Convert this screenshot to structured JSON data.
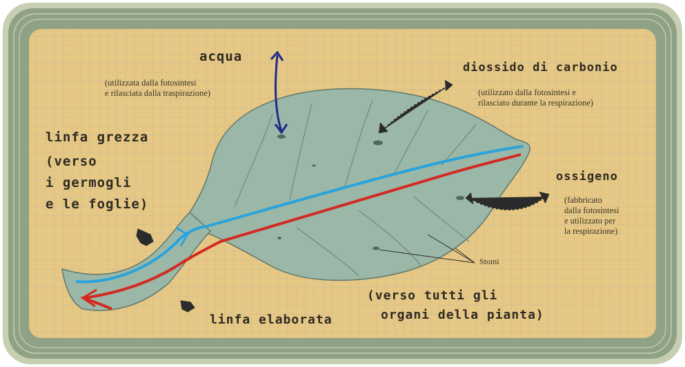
{
  "colors": {
    "frame_outer": "#c7cfb3",
    "frame_band": "#8fa286",
    "paper": "#e6c783",
    "grid": "#bdb8a4",
    "leaf": "#9bb7a7",
    "raw_sap": "#2aa3dc",
    "processed_sap": "#d22a22",
    "water_arrow": "#1f2a8c",
    "gas_arrow": "#2b2b2b"
  },
  "labels": {
    "acqua": {
      "title": "acqua",
      "note": [
        "(utilizzata dalla fotosintesi",
        "e rilasciata dalla traspirazione)"
      ]
    },
    "co2": {
      "title": "diossido di carbonio",
      "note": [
        "(utilizzato dalla fotosintesi e",
        "rilasciato durante la respirazione)"
      ]
    },
    "ossigeno": {
      "title": "ossigeno",
      "note": [
        "(fabbricato",
        "dalla fotosintesi",
        "e utilizzato per",
        "la respirazione)"
      ]
    },
    "linfa_grezza": {
      "title": "linfa grezza",
      "lines": [
        "(verso",
        "i germogli",
        "e le foglie)"
      ]
    },
    "linfa_elaborata": {
      "title": "linfa elaborata"
    },
    "destination": {
      "lines": [
        "(verso tutti gli",
        "organi della pianta)"
      ]
    },
    "stomi": "Stomi"
  }
}
